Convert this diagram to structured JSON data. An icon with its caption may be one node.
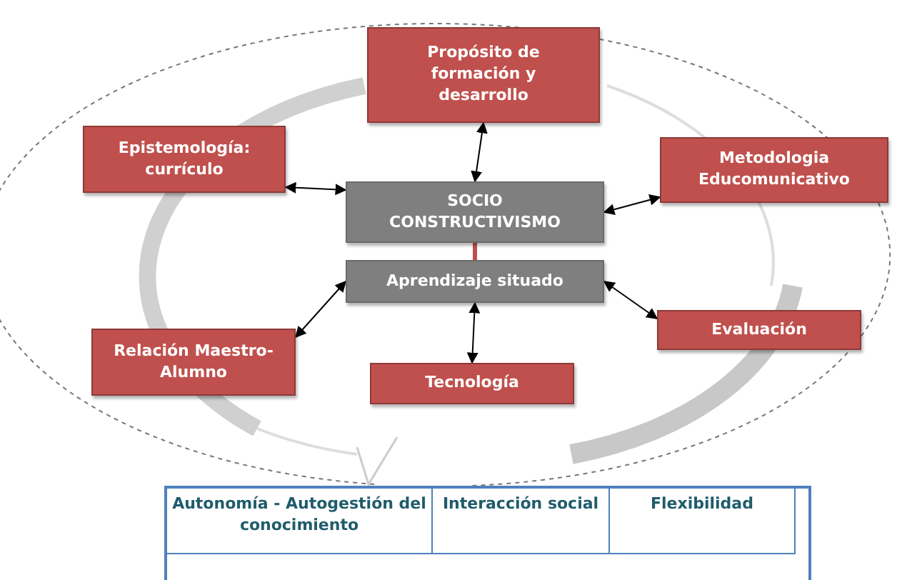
{
  "diagram": {
    "nodes": [
      {
        "text": [
          "Propósito de formación y desarrollo"
        ]
      },
      {
        "text": [
          "Epistemología: currículo"
        ]
      },
      {
        "text": [
          "Metodologia Educomunicativo"
        ]
      },
      {
        "text": [
          "SOCIO CONSTRUCTIVISMO"
        ]
      },
      {
        "text": [
          "Aprendizaje situado"
        ]
      },
      {
        "text": [
          "Relación Maestro-Alumno"
        ]
      },
      {
        "text": [
          "Tecnología"
        ]
      },
      {
        "text": [
          "Evaluación"
        ]
      }
    ],
    "edges": [
      {
        "from": 0,
        "to": 3,
        "arrow": "both"
      },
      {
        "from": 1,
        "to": 3,
        "arrow": "both"
      },
      {
        "from": 2,
        "to": 3,
        "arrow": "both"
      },
      {
        "from": 3,
        "to": 4,
        "arrow": "none",
        "style": "thick",
        "color": "#c0504d"
      },
      {
        "from": 4,
        "to": 5,
        "arrow": "both"
      },
      {
        "from": 4,
        "to": 6,
        "arrow": "both"
      },
      {
        "from": 4,
        "to": 7,
        "arrow": "both"
      }
    ],
    "labels": [
      "Autonomía - Autogestión del conocimiento",
      "Interacción social",
      "Flexibilidad"
    ]
  }
}
